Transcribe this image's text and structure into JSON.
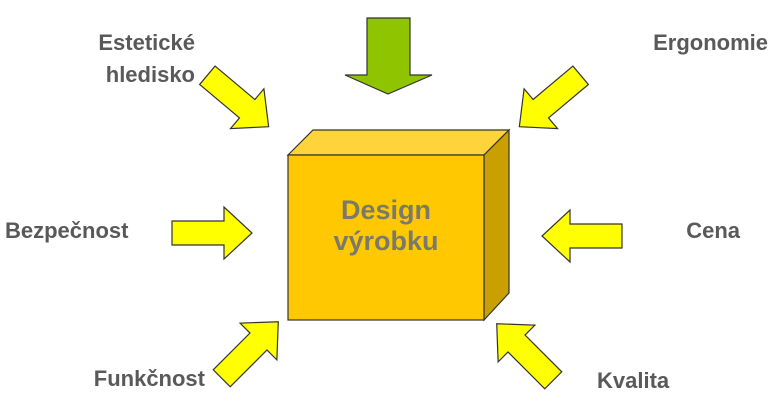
{
  "center": {
    "line1": "Design",
    "line2": "výrobku"
  },
  "factors": {
    "estetic_line1": "Estetické",
    "estetic_line2": "hledisko",
    "ergonomie": "Ergonomie",
    "bezpecnost": "Bezpečnost",
    "cena": "Cena",
    "funkcnost": "Funkčnost",
    "kvalita": "Kvalita"
  },
  "colors": {
    "arrow_yellow": "#ffff00",
    "arrow_green": "#8fc400",
    "box_front": "#ffc800",
    "box_top": "#ffd43a",
    "box_side": "#c9a000",
    "label": "#595959"
  }
}
